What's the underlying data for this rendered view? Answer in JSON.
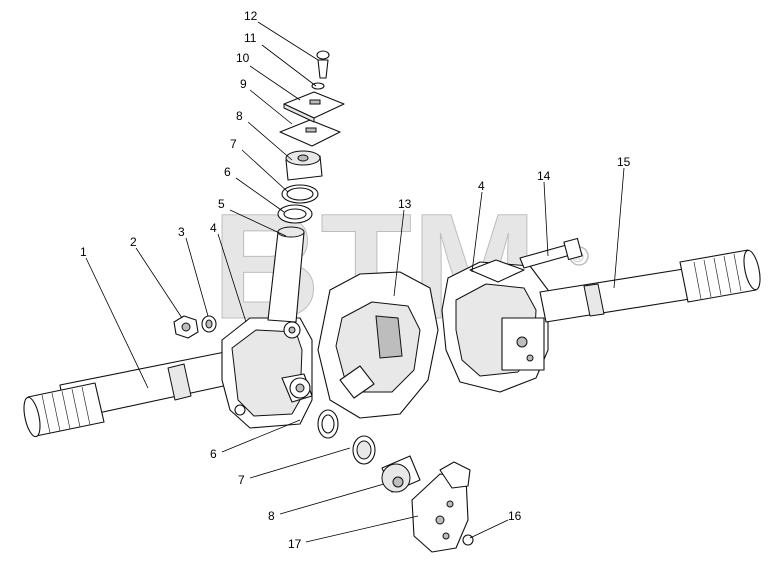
{
  "watermark": {
    "text": "BTM",
    "mark": "®"
  },
  "callouts": [
    {
      "id": "c12",
      "label": "12"
    },
    {
      "id": "c11",
      "label": "11"
    },
    {
      "id": "c10",
      "label": "10"
    },
    {
      "id": "c9",
      "label": "9"
    },
    {
      "id": "c8t",
      "label": "8"
    },
    {
      "id": "c7t",
      "label": "7"
    },
    {
      "id": "c6t",
      "label": "6"
    },
    {
      "id": "c5",
      "label": "5"
    },
    {
      "id": "c4l",
      "label": "4"
    },
    {
      "id": "c13",
      "label": "13"
    },
    {
      "id": "c4r",
      "label": "4"
    },
    {
      "id": "c14",
      "label": "14"
    },
    {
      "id": "c15",
      "label": "15"
    },
    {
      "id": "c1",
      "label": "1"
    },
    {
      "id": "c2",
      "label": "2"
    },
    {
      "id": "c3",
      "label": "3"
    },
    {
      "id": "c6b",
      "label": "6"
    },
    {
      "id": "c7b",
      "label": "7"
    },
    {
      "id": "c8b",
      "label": "8"
    },
    {
      "id": "c17",
      "label": "17"
    },
    {
      "id": "c16",
      "label": "16"
    }
  ]
}
